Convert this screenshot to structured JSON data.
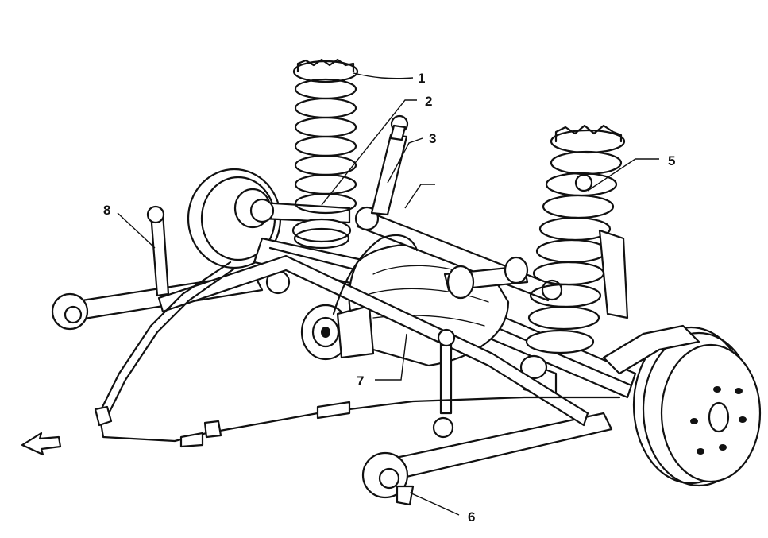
{
  "callouts": [
    {
      "id": "1",
      "label": "1"
    },
    {
      "id": "2",
      "label": "2"
    },
    {
      "id": "3",
      "label": "3"
    },
    {
      "id": "5",
      "label": "5"
    },
    {
      "id": "6",
      "label": "6"
    },
    {
      "id": "7",
      "label": "7"
    },
    {
      "id": "8",
      "label": "8"
    }
  ],
  "icons": {
    "direction": "direction-arrow-icon"
  }
}
